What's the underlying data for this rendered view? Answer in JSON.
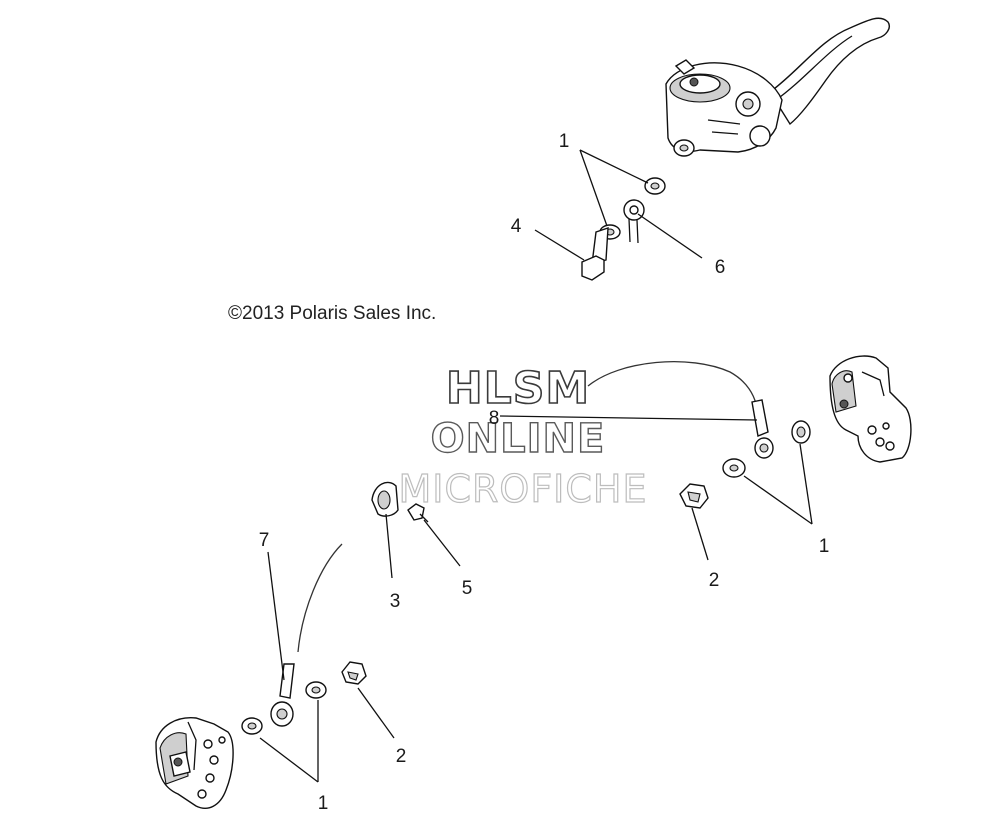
{
  "copyright": "©2013 Polaris Sales Inc.",
  "watermark": {
    "line1": "HLSM",
    "line2": "ONLINE",
    "line3": "MICROFICHE"
  },
  "callouts": {
    "top_washer_1": "1",
    "top_bolt_4": "4",
    "top_fitting_6": "6",
    "hose_8": "8",
    "right_washers_1": "1",
    "right_bolt_2": "2",
    "clip_3": "3",
    "screw_5": "5",
    "hose_7": "7",
    "left_bolt_2": "2",
    "left_washers_1": "1"
  }
}
